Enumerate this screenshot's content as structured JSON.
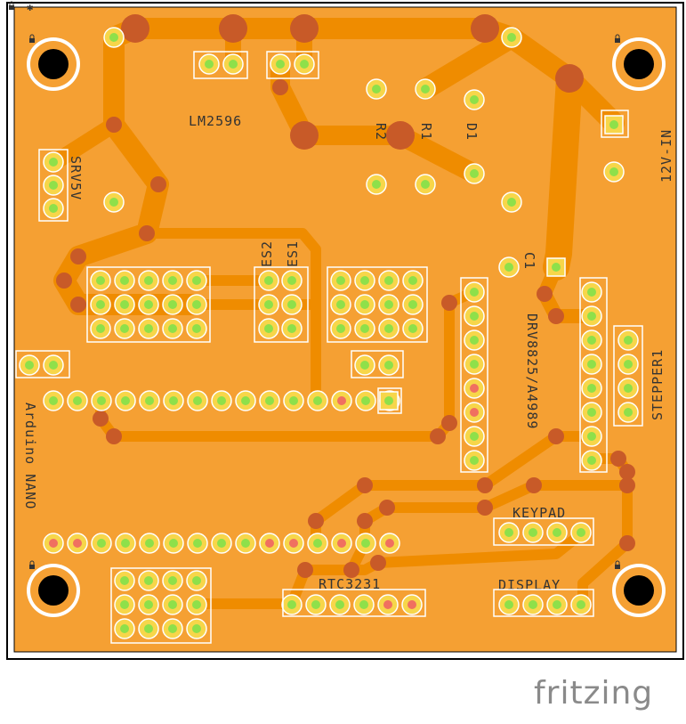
{
  "board": {
    "colors": {
      "copper_fill": "#f5a033",
      "trace": "#ef8c00",
      "via": "#c85a28",
      "pad_ring": "#f7d64a",
      "pad_center_ok": "#8ee04a",
      "pad_center_warn": "#f07060",
      "silk": "#333333",
      "mount_hole": "#000000"
    },
    "labels": {
      "lm2596": "LM2596",
      "r2": "R2",
      "r1": "R1",
      "d1": "D1",
      "vin": "12V-IN",
      "srv": "SRV5V",
      "es2": "ES2",
      "es1": "ES1",
      "c1": "C1",
      "driver": "DRV8825/A4989",
      "stepper": "STEPPER1",
      "arduino": "Arduino NANO",
      "keypad": "KEYPAD",
      "rtc": "RTC3231",
      "display": "DISPLAY"
    },
    "icons": {
      "lock": "lock-icon",
      "mount": "mount-hole-icon"
    }
  },
  "brand": {
    "name": "fritzing"
  }
}
